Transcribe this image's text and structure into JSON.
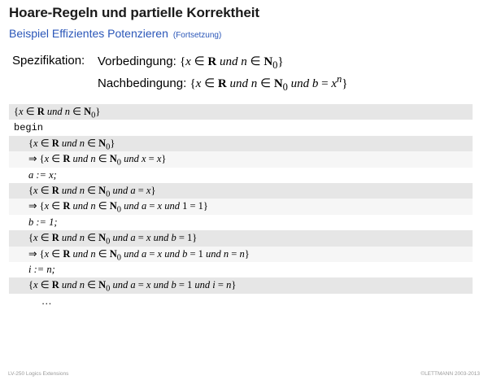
{
  "header": {
    "title": "Hoare-Regeln und partielle Korrektheit",
    "subtitle": "Beispiel Effizientes Potenzieren",
    "subtitle_note": "(Fortsetzung)"
  },
  "spec": {
    "label": "Spezifikation:",
    "pre_label": "Vorbedingung:",
    "post_label": "Nachbedingung:",
    "word_und": "und"
  },
  "program": {
    "begin": "begin",
    "assign_a": "a := x;",
    "assign_b": "b := 1;",
    "assign_i": "i := n;",
    "ellipsis": "…"
  },
  "footer": {
    "left": "LV-250   Logics Extensions",
    "right": "©LETTMANN 2003-2013"
  }
}
